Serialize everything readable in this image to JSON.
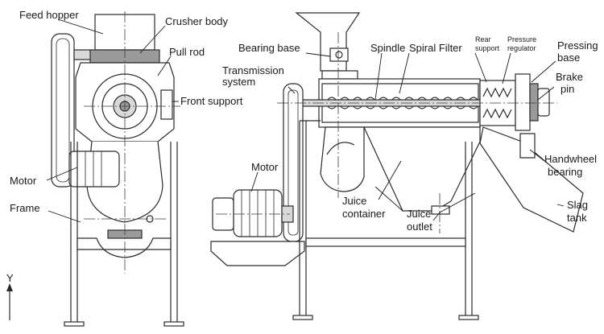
{
  "labels": {
    "feed_hopper": "Feed hopper",
    "crusher_body": "Crusher body",
    "pull_rod": "Pull rod",
    "front_support": "Front support",
    "motor_left": "Motor",
    "frame": "Frame",
    "bearing_base": "Bearing base",
    "transmission_system": [
      "Transmission",
      "system"
    ],
    "spindle": "Spindle",
    "spiral_filter": "Spiral Filter",
    "rear_support": [
      "Rear",
      "support"
    ],
    "pressure_regulator": [
      "Pressure",
      "regulator"
    ],
    "pressing_base": [
      "Pressing",
      "base"
    ],
    "brake_pin": [
      "Brake",
      "pin"
    ],
    "handwheel_bearing": [
      "Handwheel",
      "bearing"
    ],
    "motor_right": "Motor",
    "juice_container": [
      "Juice",
      "container"
    ],
    "juice_outlet": [
      "Juice",
      "outlet"
    ],
    "slag_tank": [
      "Slag",
      "tank"
    ]
  },
  "axis": {
    "y_label": "Y"
  },
  "colors": {
    "line": "#2b2b2b",
    "fill_light": "#d9d9d9",
    "fill_dark": "#9a9a9a",
    "background": "#ffffff"
  }
}
